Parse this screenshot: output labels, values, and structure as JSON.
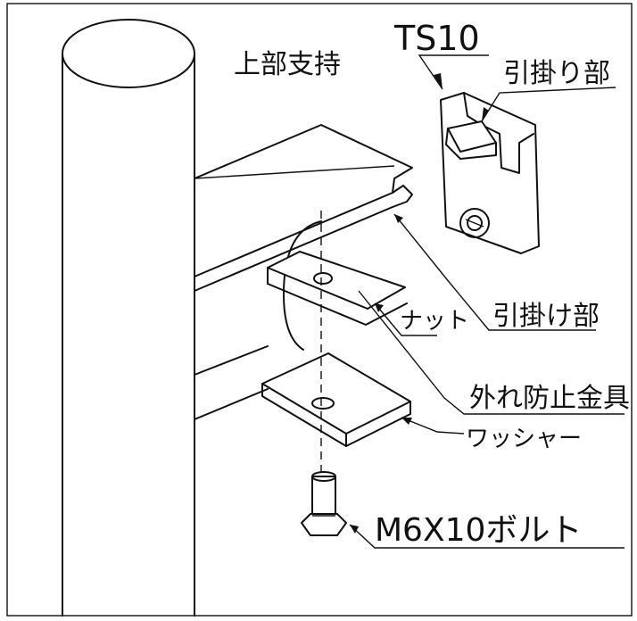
{
  "labels": {
    "upper_support": "上部支持",
    "ts10": "TS10",
    "hook_part_top": "引掛り部",
    "hook_part": "引掛け部",
    "nut": "ナット",
    "retainer": "外れ防止金具",
    "washer": "ワッシャー",
    "bolt": "M6X10ボルト"
  },
  "colors": {
    "line": "#111111",
    "background": "#ffffff"
  }
}
